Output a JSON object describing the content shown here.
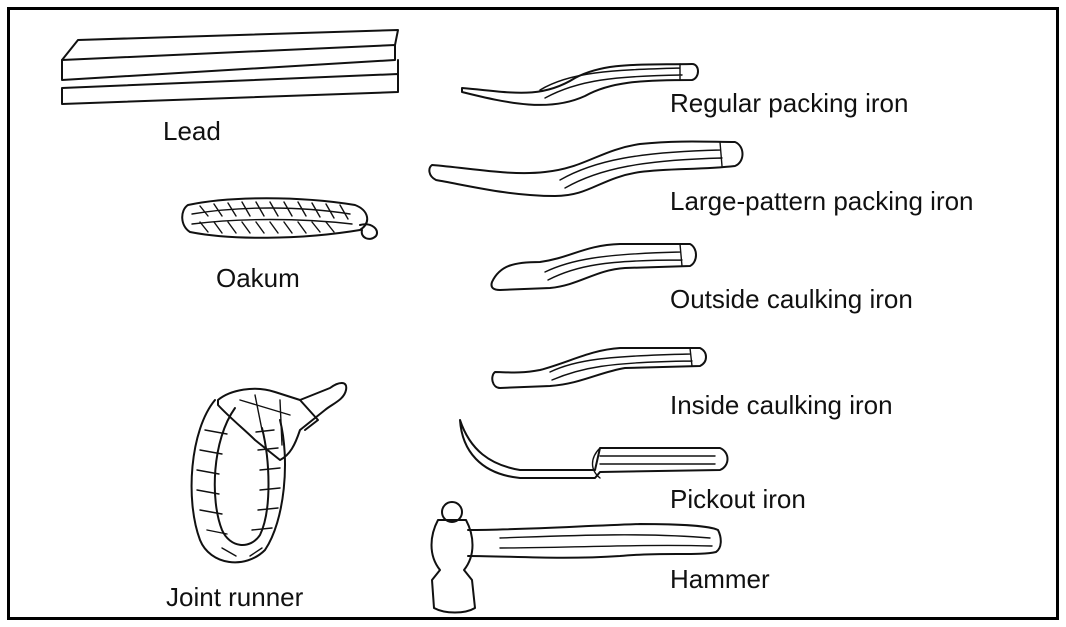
{
  "labels": {
    "lead": "Lead",
    "oakum": "Oakum",
    "joint_runner": "Joint runner",
    "regular_packing_iron": "Regular packing iron",
    "large_pattern_packing_iron": "Large-pattern packing iron",
    "outside_caulking_iron": "Outside caulking iron",
    "inside_caulking_iron": "Inside caulking iron",
    "pickout_iron": "Pickout iron",
    "hammer": "Hammer"
  },
  "colors": {
    "ink": "#111111",
    "background": "#ffffff"
  }
}
